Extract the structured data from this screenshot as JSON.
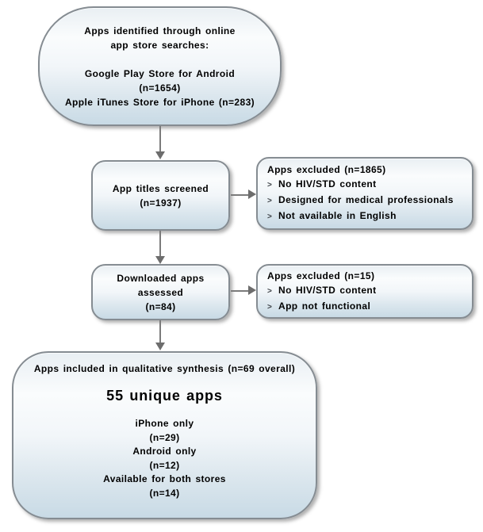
{
  "flow": {
    "identified": {
      "para1": [
        "Apps identified through online",
        "app store searches:"
      ],
      "para2": [
        "Google Play Store for Android",
        "(n=1654)",
        "Apple iTunes Store for iPhone (n=283)"
      ]
    },
    "screened": {
      "lines": [
        "App titles screened",
        "(n=1937)"
      ]
    },
    "excluded_titles": {
      "title": "Apps excluded (n=1865)",
      "bullet_glyph": ">",
      "bullets": [
        "No HIV/STD content",
        "Designed for medical professionals",
        "Not available in English"
      ]
    },
    "assessed": {
      "lines": [
        "Downloaded apps",
        "assessed",
        "(n=84)"
      ]
    },
    "excluded_downloads": {
      "title": "Apps excluded (n=15)",
      "bullet_glyph": ">",
      "bullets": [
        "No HIV/STD content",
        "App not functional"
      ]
    },
    "included": {
      "heading": "Apps included in qualitative synthesis (n=69 overall)",
      "highlight": "55 unique apps",
      "breakdown": [
        "iPhone only",
        "(n=29)",
        "Android only",
        "(n=12)",
        "Available for both stores",
        "(n=14)"
      ]
    }
  },
  "colors": {
    "box_gradient_top": "#e9eff3",
    "box_gradient_bottom": "#c8dae5",
    "box_border": "#858c92",
    "arrow": "#6d6d6d",
    "text": "#000000",
    "background": "#ffffff"
  }
}
